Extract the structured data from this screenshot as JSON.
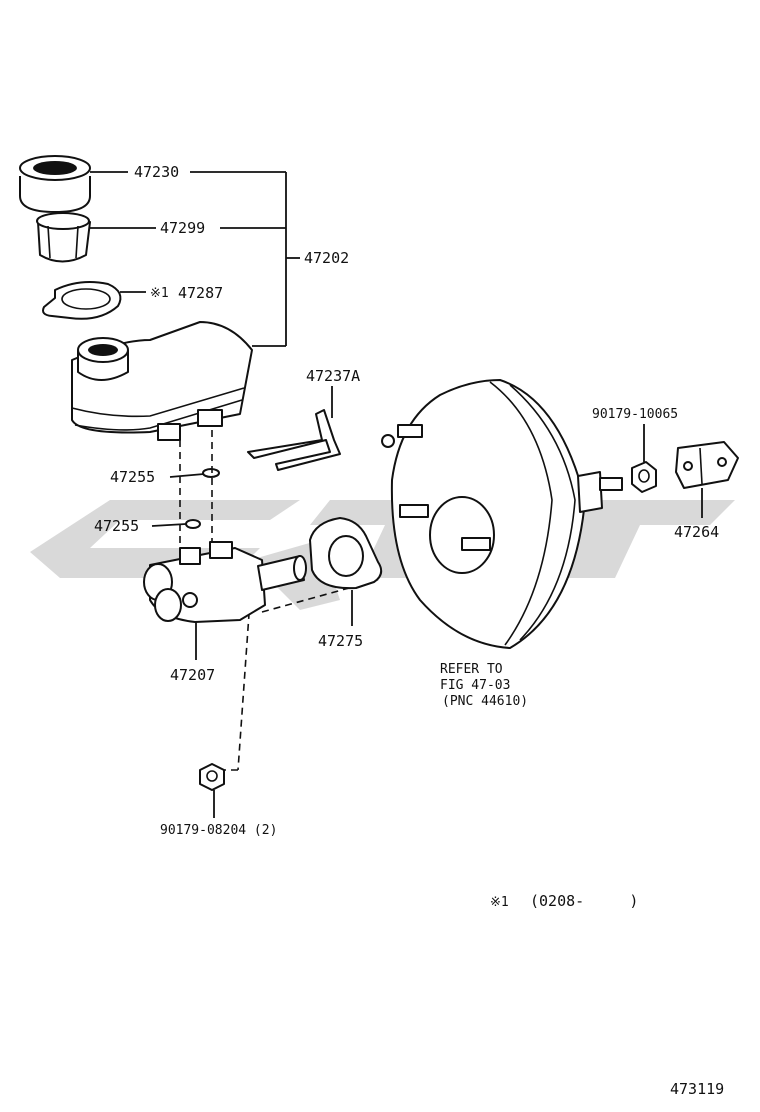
{
  "parts": {
    "cap": "47230",
    "strainer": "47299",
    "reservoir_sub_assy": "47202",
    "gasket_mark": "※1",
    "gasket": "47287",
    "tube": "47237A",
    "grommet_1": "47255",
    "grommet_2": "47255",
    "master_cylinder": "47207",
    "gasket_plate": "47275",
    "nut_booster": "90179-10065",
    "clevis": "47264",
    "nut_cylinder": "90179-08204 (2)"
  },
  "refer": {
    "line1": "REFER TO",
    "line2": "FIG 47-03",
    "line3": "(PNC 44610)"
  },
  "note": {
    "mark": "※1",
    "range": "(0208-     )"
  },
  "figure_number": "473119",
  "colors": {
    "ink": "#111111",
    "watermark": "#d9d9d9"
  }
}
